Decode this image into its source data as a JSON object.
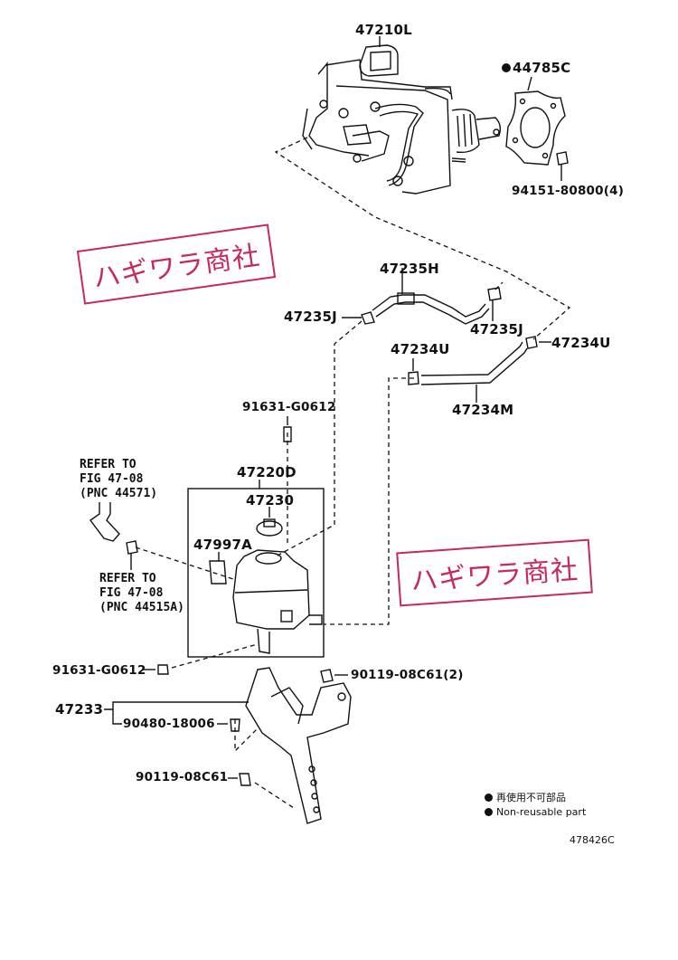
{
  "parts": {
    "master_cylinder": "47210L",
    "gasket": "44785C",
    "nut": "94151-80800(4)",
    "hose_upper": "47235H",
    "clamp_left": "47235J",
    "clamp_right": "47235J",
    "clamp_lower_right": "47234U",
    "clamp_lower_left": "47234U",
    "hose_lower": "47234M",
    "bolt_top": "91631-G0612",
    "reservoir_assy": "47220D",
    "cap": "47230",
    "label_plate": "47997A",
    "bolt_side": "91631-G0612",
    "bracket_bolt_2": "90119-08C61(2)",
    "bracket": "47233",
    "grommet": "90480-18006",
    "bracket_bolt": "90119-08C61"
  },
  "notes": {
    "refer_upper": "REFER TO\nFIG 47-08\n(PNC 44571)",
    "refer_lower": "REFER TO\nFIG 47-08\n(PNC 44515A)"
  },
  "stamps": {
    "upper": "ハギワラ商社",
    "lower": "ハギワラ商社",
    "color": "#c8285a"
  },
  "legend": {
    "jp": "再使用不可部品",
    "en": "Non-reusable part"
  },
  "figure_code": "478426C"
}
